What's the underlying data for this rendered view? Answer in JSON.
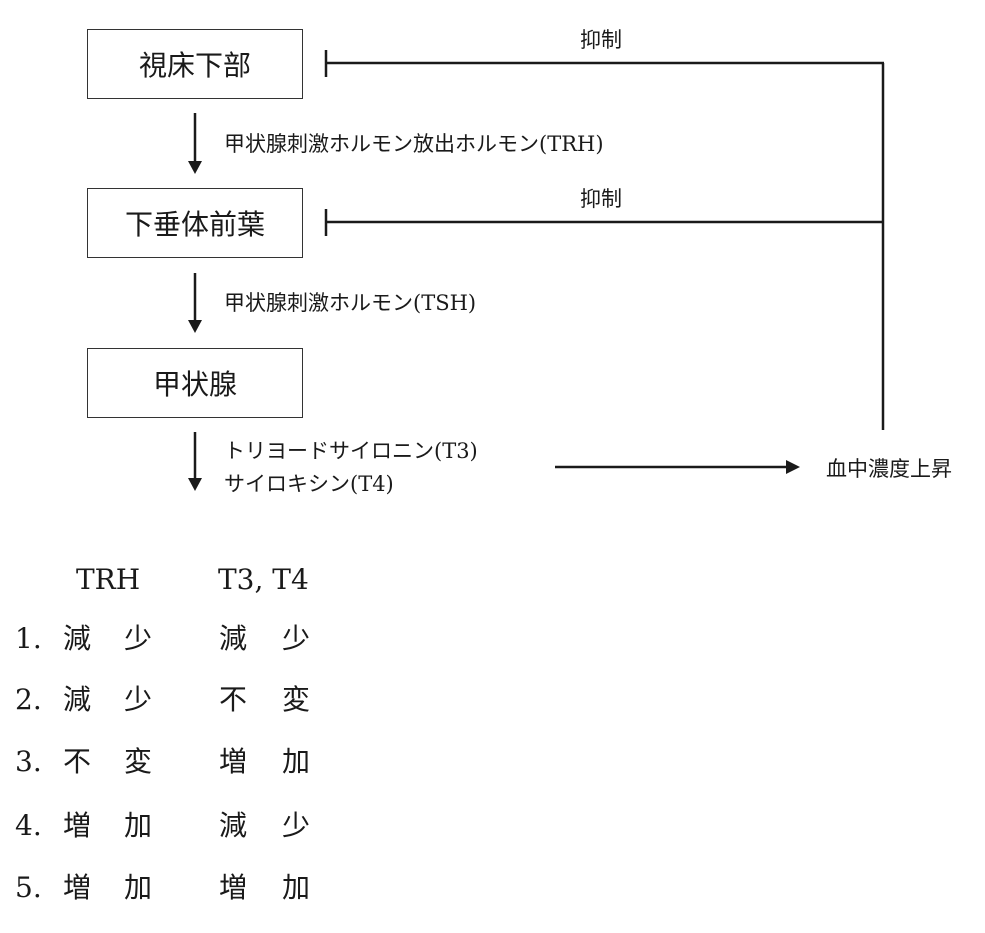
{
  "diagram": {
    "boxes": {
      "hypothalamus": "視床下部",
      "pituitary": "下垂体前葉",
      "thyroid": "甲状腺"
    },
    "labels": {
      "trh": "甲状腺刺激ホルモン放出ホルモン(TRH)",
      "tsh": "甲状腺刺激ホルモン(TSH)",
      "t3": "トリヨードサイロニン(T3)",
      "t4": "サイロキシン(T4)",
      "inhibition_1": "抑制",
      "inhibition_2": "抑制",
      "blood": "血中濃度上昇"
    }
  },
  "choices": {
    "headers": {
      "trh": "TRH",
      "t3t4": "T3, T4"
    },
    "rows": [
      {
        "num": "1.",
        "trh": [
          "減",
          "少"
        ],
        "t3t4": [
          "減",
          "少"
        ]
      },
      {
        "num": "2.",
        "trh": [
          "減",
          "少"
        ],
        "t3t4": [
          "不",
          "変"
        ]
      },
      {
        "num": "3.",
        "trh": [
          "不",
          "変"
        ],
        "t3t4": [
          "増",
          "加"
        ]
      },
      {
        "num": "4.",
        "trh": [
          "増",
          "加"
        ],
        "t3t4": [
          "減",
          "少"
        ]
      },
      {
        "num": "5.",
        "trh": [
          "増",
          "加"
        ],
        "t3t4": [
          "増",
          "加"
        ]
      }
    ]
  },
  "colors": {
    "line": "#1a1a1a",
    "box_border": "#333333"
  }
}
